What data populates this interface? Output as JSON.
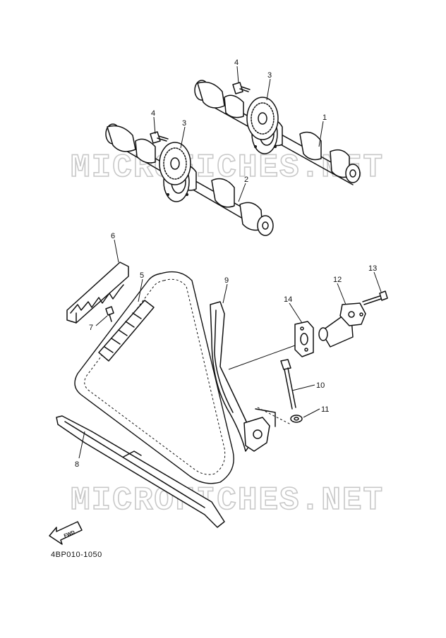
{
  "diagram": {
    "code": "4BP010-1050",
    "watermark": "MICROFICHES.NET",
    "fwd_label": "FWD",
    "callouts": [
      "1",
      "2",
      "3",
      "3",
      "4",
      "4",
      "5",
      "6",
      "7",
      "8",
      "9",
      "10",
      "11",
      "12",
      "13",
      "14"
    ]
  }
}
